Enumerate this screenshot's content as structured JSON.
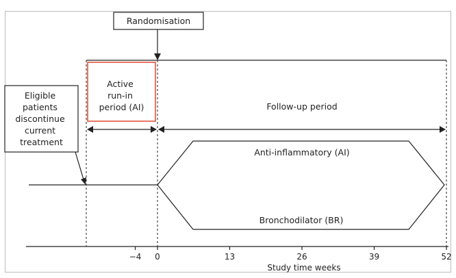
{
  "labels": {
    "randomisation": "Randomisation",
    "run_in": [
      "Active",
      "run-in",
      "period (AI)"
    ],
    "eligible": [
      "Eligible",
      "patients",
      "discontinue",
      "current",
      "treatment"
    ],
    "follow_up": "Follow-up period",
    "arm_top": "Anti-inflammatory (AI)",
    "arm_bottom": "Bronchodilator (BR)"
  },
  "axis": {
    "title": "Study time weeks",
    "ticks": [
      -4,
      0,
      13,
      26,
      39,
      52
    ],
    "tick_labels": [
      "−4",
      "0",
      "13",
      "26",
      "39",
      "52"
    ]
  },
  "colors": {
    "ink": "#222222",
    "run_in_border": "#e0533d"
  }
}
